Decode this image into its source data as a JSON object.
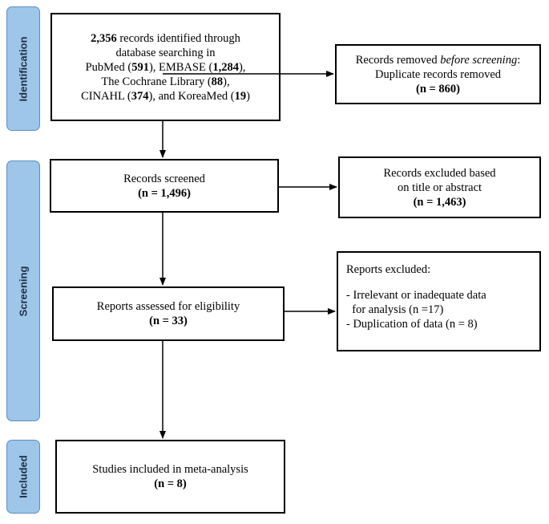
{
  "phases": {
    "identification": "Identification",
    "screening": "Screening",
    "included": "Included"
  },
  "identified": {
    "count": "2,356",
    "line1_rest": " records identified through",
    "line2": "database searching in",
    "line3_a": "PubMed (",
    "pubmed": "591",
    "line3_b": "), EMBASE (",
    "embase": "1,284",
    "line3_c": "),",
    "line4_a": "The Cochrane Library (",
    "cochrane": "88",
    "line4_b": "),",
    "line5_a": "CINAHL (",
    "cinahl": "374",
    "line5_b": "), and KoreaMed (",
    "koreamed": "19",
    "line5_c": ")"
  },
  "removed": {
    "line1_a": "Records removed ",
    "line1_it": "before screening",
    "line1_b": ":",
    "line2": "Duplicate records removed",
    "count": "(n = 860)"
  },
  "screened": {
    "line1": "Records screened",
    "count": "(n = 1,496)"
  },
  "excluded_title": {
    "line1": "Records excluded based",
    "line2": "on title or abstract",
    "count": "(n = 1,463)"
  },
  "eligibility": {
    "line1": "Reports assessed for eligibility",
    "count": "(n = 33)"
  },
  "reports_excluded": {
    "heading": "Reports excluded:",
    "item1_line1": "- Irrelevant or inadequate data",
    "item1_line2": "  for analysis (n =17)",
    "item2": "- Duplication of data (n = 8)"
  },
  "included": {
    "line1": "Studies included in meta-analysis",
    "count": "(n = 8)"
  }
}
